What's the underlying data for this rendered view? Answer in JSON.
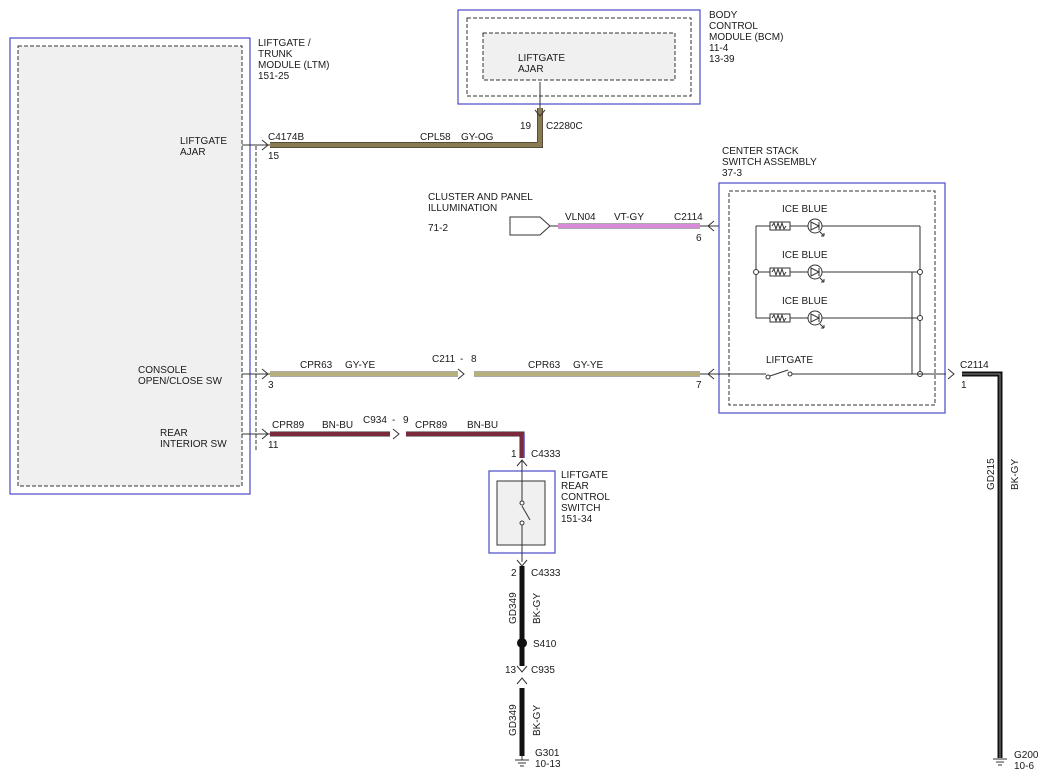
{
  "modules": {
    "ltm": {
      "name": [
        "LIFTGATE /",
        "TRUNK",
        "MODULE (LTM)"
      ],
      "ref": "151-25"
    },
    "bcm": {
      "name": [
        "BODY",
        "CONTROL",
        "MODULE (BCM)"
      ],
      "ref": [
        "11-4",
        "13-39"
      ],
      "inner_label": [
        "LIFTGATE",
        "AJAR"
      ]
    },
    "center_stack": {
      "name": [
        "CENTER STACK",
        "SWITCH ASSEMBLY"
      ],
      "ref": "37-3",
      "lamps": [
        "ICE BLUE",
        "ICE BLUE",
        "ICE BLUE"
      ],
      "switch_label": "LIFTGATE"
    },
    "rear_switch": {
      "name": [
        "LIFTGATE",
        "REAR",
        "CONTROL",
        "SWITCH"
      ],
      "ref": "151-34"
    },
    "cluster": {
      "name": [
        "CLUSTER AND PANEL",
        "ILLUMINATION"
      ],
      "ref": "71-2"
    }
  },
  "ltm_pins": {
    "liftgate_ajar": [
      "LIFTGATE",
      "AJAR"
    ],
    "console": [
      "CONSOLE",
      "OPEN/CLOSE SW"
    ],
    "rear_interior": [
      "REAR",
      "INTERIOR SW"
    ]
  },
  "connectors": {
    "c4174b": "C4174B",
    "pin15": "15",
    "c2280c": "C2280C",
    "pin19": "19",
    "c2114_a": "C2114",
    "pin6": "6",
    "c2114_b": "C2114",
    "pin1": "1",
    "pin3": "3",
    "pin7": "7",
    "c211": "C211",
    "c211_pin": "8",
    "dash1": "-",
    "pin11": "11",
    "c934": "C934",
    "c934_pin": "9",
    "dash2": "-",
    "c4333_a": "C4333",
    "pin1b": "1",
    "c4333_b": "C4333",
    "pin2": "2",
    "s410": "S410",
    "c935": "C935",
    "pin13": "13",
    "g301": "G301",
    "g301_ref": "10-13",
    "g200": "G200",
    "g200_ref": "10-6"
  },
  "wires": {
    "cpl58": {
      "circuit": "CPL58",
      "color": "GY-OG"
    },
    "vln04": {
      "circuit": "VLN04",
      "color": "VT-GY"
    },
    "cpr63_left": {
      "circuit": "CPR63",
      "color": "GY-YE"
    },
    "cpr63_right": {
      "circuit": "CPR63",
      "color": "GY-YE"
    },
    "cpr89_left": {
      "circuit": "CPR89",
      "color": "BN-BU"
    },
    "cpr89_right": {
      "circuit": "CPR89",
      "color": "BN-BU"
    },
    "gd349_top": {
      "circuit": "GD349",
      "color": "BK-GY"
    },
    "gd349_bottom": {
      "circuit": "GD349",
      "color": "BK-GY"
    },
    "gd215": {
      "circuit": "GD215",
      "color": "BK-GY"
    }
  },
  "colors": {
    "gy_og": "#8a7a52",
    "vt_gy": "#d88ad8",
    "gy_ye": "#b8b07a",
    "bn_bu": "#7a2a3a",
    "bk": "#111111",
    "module_border": "#4a4ac8"
  }
}
